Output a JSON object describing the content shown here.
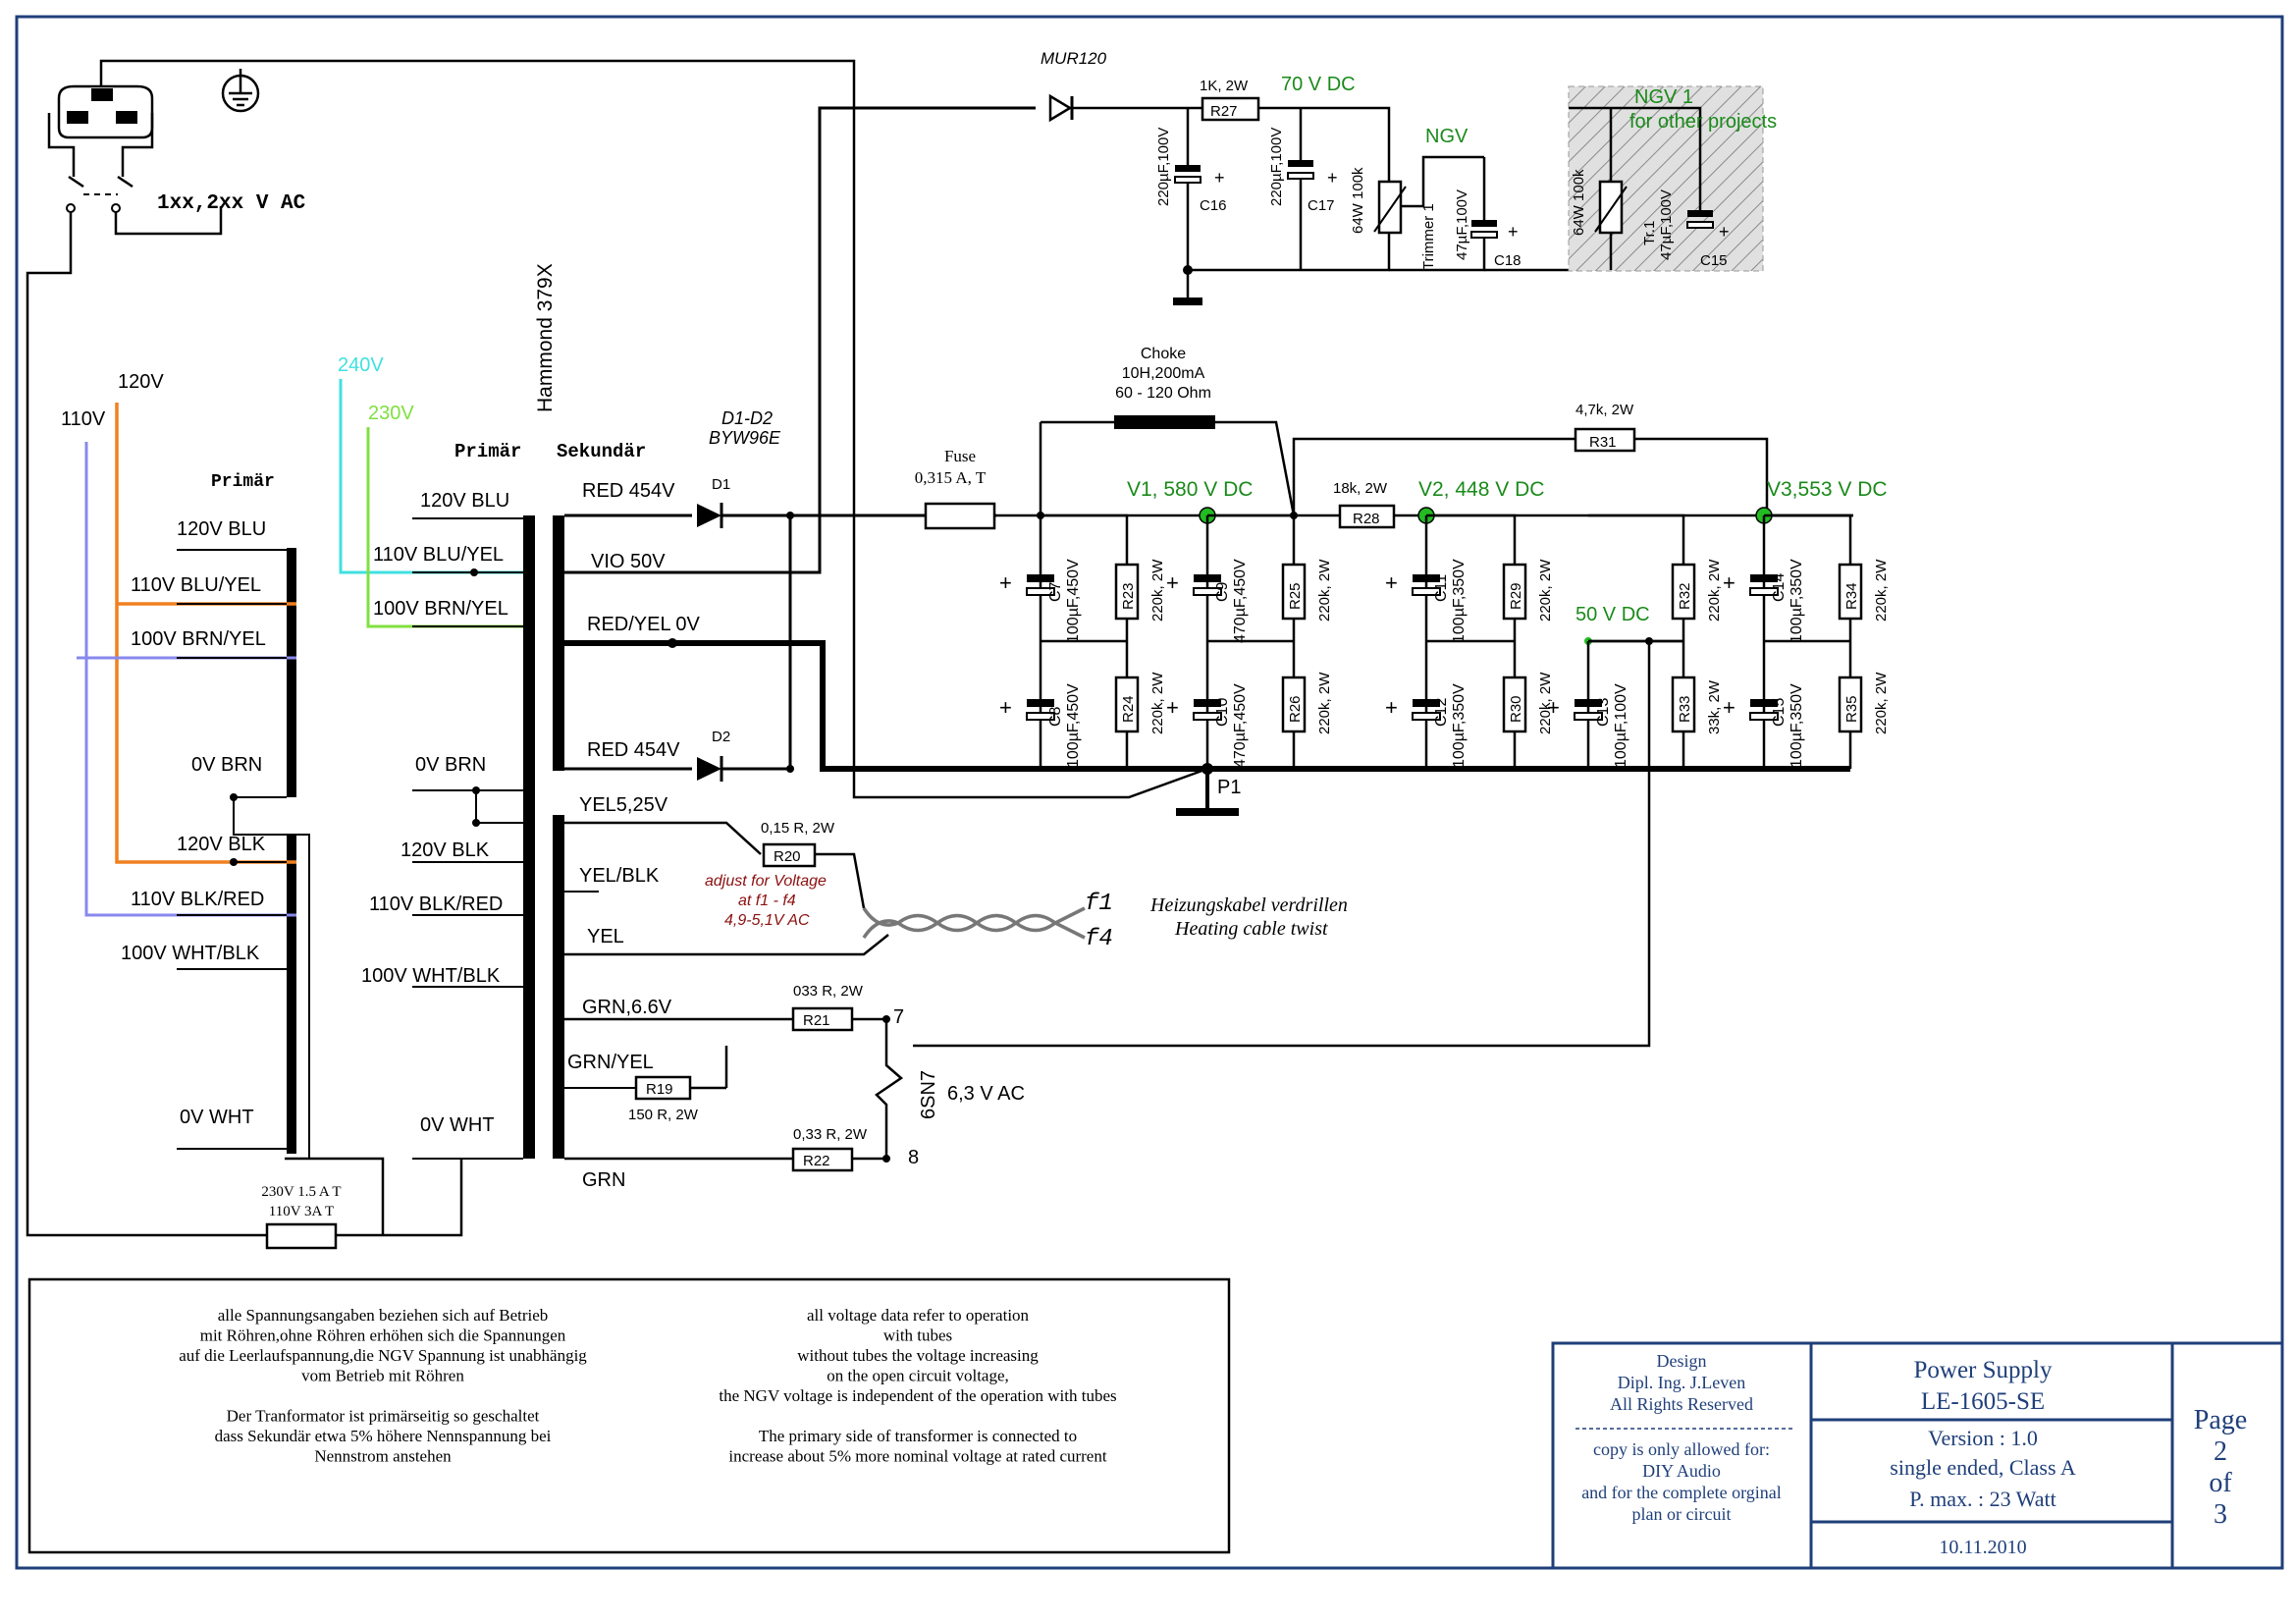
{
  "colors": {
    "wire_120v": "#f08020",
    "wire_110v": "#8888ee",
    "wire_240v": "#40e0e0",
    "wire_230v": "#80e040",
    "label_green": "#1a8a1a",
    "note_red": "#8b1010",
    "frame_blue": "#1f3f7a"
  },
  "mains": {
    "voltage_label": "1xx,2xx V AC",
    "fuse_label_1": "230V 1.5 A T",
    "fuse_label_2": "110V 3A T"
  },
  "primary_left": {
    "title": "Primär",
    "input_120": "120V",
    "input_110": "110V",
    "taps_top": [
      "120V BLU",
      "110V BLU/YEL",
      "100V BRN/YEL",
      "0V BRN"
    ],
    "taps_bottom": [
      "120V BLK",
      "110V BLK/RED",
      "100V WHT/BLK",
      "0V WHT"
    ]
  },
  "transformer": {
    "model": "Hammond 379X",
    "primary_label": "Primär",
    "secondary_label": "Sekundär",
    "input_240": "240V",
    "input_230": "230V",
    "primary_top": [
      "120V BLU",
      "110V BLU/YEL",
      "100V BRN/YEL",
      "0V BRN"
    ],
    "primary_bottom": [
      "120V BLK",
      "110V BLK/RED",
      "100V WHT/BLK",
      "0V WHT"
    ],
    "secondary_hv": [
      "RED 454V",
      "VIO 50V",
      "RED/YEL 0V",
      "RED 454V"
    ],
    "heater_1": [
      "YEL5,25V",
      "YEL/BLK",
      "YEL"
    ],
    "heater_2": [
      "GRN,6.6V",
      "GRN/YEL",
      "GRN"
    ]
  },
  "rectifier": {
    "title": "D1-D2",
    "part": "BYW96E",
    "d1": "D1",
    "d2": "D2",
    "fuse_title": "Fuse",
    "fuse_value": "0,315 A, T"
  },
  "ngv": {
    "diode": "MUR120",
    "r27_value": "1K, 2W",
    "r27": "R27",
    "v70": "70 V DC",
    "ngv_label": "NGV",
    "ngv1_label": "NGV 1",
    "ngv1_sub": "for other projects",
    "c16": "C16",
    "c16_value": "220µF,100V",
    "c17": "C17",
    "c17_value": "220µF,100V",
    "pot1": "64W 100k",
    "trimmer": "Trimmer 1",
    "c18": "C18",
    "c18_value": "47µF,100V",
    "pot2": "64W 100k",
    "trimmer2": "Tr.1",
    "c15b": "C15",
    "c15b_value": "47µF,100V"
  },
  "hv_supply": {
    "choke_title": "Choke",
    "choke_value_1": "10H,200mA",
    "choke_value_2": "60 - 120 Ohm",
    "r31_value": "4,7k, 2W",
    "r31": "R31",
    "r28_value": "18k, 2W",
    "r28": "R28",
    "v1": "V1, 580 V DC",
    "v2": "V2, 448 V DC",
    "v3": "V3,553 V DC",
    "v50": "50 V DC",
    "p1": "P1",
    "caps": [
      {
        "name": "C7",
        "value": "100µF,450V"
      },
      {
        "name": "C8",
        "value": "100µF,450V"
      },
      {
        "name": "C9",
        "value": "470µF,450V"
      },
      {
        "name": "C10",
        "value": "470µF,450V"
      },
      {
        "name": "C11",
        "value": "100µF,350V"
      },
      {
        "name": "C12",
        "value": "100µF,350V"
      },
      {
        "name": "C13",
        "value": "100µF,100V"
      },
      {
        "name": "C14",
        "value": "100µF,350V"
      },
      {
        "name": "C15",
        "value": "100µF,350V"
      }
    ],
    "resistors": [
      {
        "name": "R23",
        "value": "220k, 2W"
      },
      {
        "name": "R24",
        "value": "220k, 2W"
      },
      {
        "name": "R25",
        "value": "220k, 2W"
      },
      {
        "name": "R26",
        "value": "220k, 2W"
      },
      {
        "name": "R29",
        "value": "220k, 2W"
      },
      {
        "name": "R30",
        "value": "220k, 2W"
      },
      {
        "name": "R32",
        "value": "220k, 2W"
      },
      {
        "name": "R33",
        "value": "33k, 2W"
      },
      {
        "name": "R34",
        "value": "220k, 2W"
      },
      {
        "name": "R35",
        "value": "220k, 2W"
      }
    ]
  },
  "heaters": {
    "r20_value": "0,15 R, 2W",
    "r20": "R20",
    "note_1": "adjust for Voltage",
    "note_2": "at f1 - f4",
    "note_3": "4,9-5,1V AC",
    "f1": "f1",
    "f4": "f4",
    "twist_de": "Heizungskabel verdrillen",
    "twist_en": "Heating cable twist",
    "r21_value": "033 R, 2W",
    "r21": "R21",
    "r19": "R19",
    "r19_value": "150 R, 2W",
    "r22_value": "0,33 R, 2W",
    "r22": "R22",
    "pin7": "7",
    "pin8": "8",
    "tube": "6SN7",
    "heater_v": "6,3 V AC"
  },
  "notes": {
    "de": [
      "alle Spannungsangaben beziehen sich auf Betrieb",
      "mit Röhren,ohne Röhren erhöhen sich die Spannungen",
      "auf die  Leerlaufspannung,die NGV Spannung ist unabhängig",
      "vom Betrieb mit Röhren",
      "",
      "Der Tranformator ist primärseitig so geschaltet",
      "dass Sekundär etwa 5% höhere Nennspannung bei",
      "Nennstrom anstehen"
    ],
    "en": [
      "all voltage data refer to operation",
      "with tubes",
      "without tubes the voltage increasing",
      "on the open circuit voltage,",
      "the NGV voltage is independent of the operation with tubes",
      "",
      "The primary side of transformer is connected to",
      "increase about 5% more nominal voltage at rated current"
    ]
  },
  "title_block": {
    "design_lines": [
      "Design",
      "Dipl. Ing. J.Leven",
      "All Rights Reserved"
    ],
    "copy_lines": [
      "copy is only allowed for:",
      "DIY Audio",
      "and for the complete orginal",
      "plan or circuit"
    ],
    "title": "Power Supply",
    "model": "LE-1605-SE",
    "version": "Version : 1.0",
    "type": "single ended, Class A",
    "power": "P. max. : 23 Watt",
    "date": "10.11.2010",
    "page_label": "Page",
    "page_num": "2",
    "of_label": "of",
    "page_total": "3"
  }
}
